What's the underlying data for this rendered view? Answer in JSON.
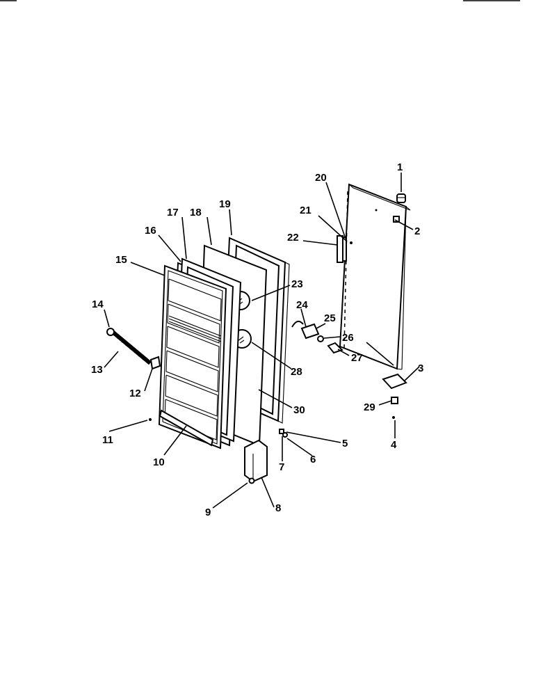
{
  "diagram": {
    "part_labels": {
      "p1": "1",
      "p2": "2",
      "p3": "3",
      "p4": "4",
      "p5": "5",
      "p6": "6",
      "p7": "7",
      "p8": "8",
      "p9": "9",
      "p10": "10",
      "p11": "11",
      "p12": "12",
      "p13": "13",
      "p14": "14",
      "p15": "15",
      "p16": "16",
      "p17": "17",
      "p18": "18",
      "p19": "19",
      "p20": "20",
      "p21": "21",
      "p22": "22",
      "p23": "23",
      "p24": "24",
      "p25": "25",
      "p26": "26",
      "p27": "27",
      "p28": "28",
      "p29": "29",
      "p30": "30"
    }
  }
}
